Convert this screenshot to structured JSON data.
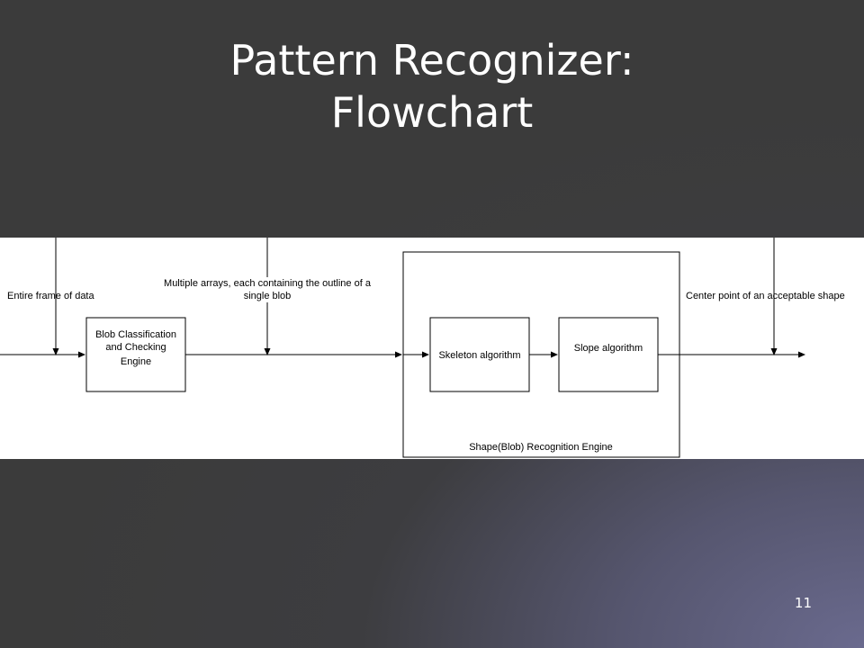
{
  "slide": {
    "title_line1": "Pattern Recognizer:",
    "title_line2": "Flowchart",
    "page_number": "11"
  },
  "diagram": {
    "input_label": "Entire frame of data",
    "blob_engine_lines": [
      "Blob Classification",
      "and Checking",
      "Engine"
    ],
    "arrays_label_lines": [
      "Multiple arrays, each containing the outline of a",
      "single blob"
    ],
    "skeleton_label": "Skeleton algorithm",
    "slope_label": "Slope algorithm",
    "container_label": "Shape(Blob) Recognition Engine",
    "output_label": "Center point of an acceptable shape"
  }
}
